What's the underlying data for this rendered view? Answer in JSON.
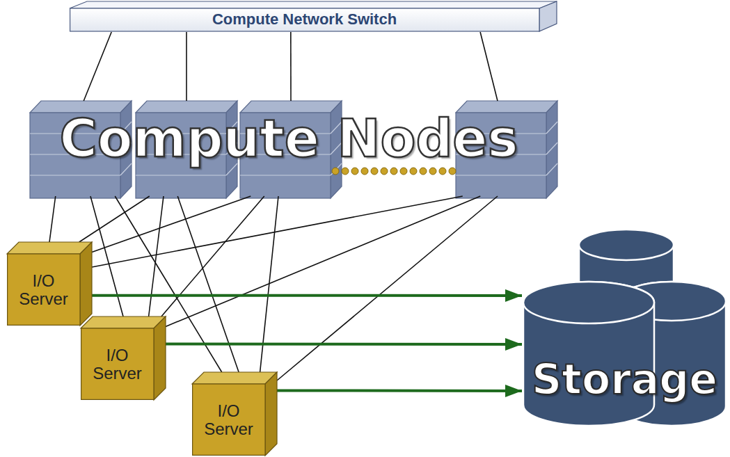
{
  "diagram": {
    "nodes": [
      {
        "text": [
          "Compute Network Switch"
        ]
      },
      {
        "text": [
          "Compute Nodes"
        ]
      },
      {
        "text": [
          "I/O Server"
        ]
      },
      {
        "text": [
          "I/O Server"
        ]
      },
      {
        "text": [
          "I/O Server"
        ]
      },
      {
        "text": [
          "Storage"
        ]
      }
    ],
    "edges": [
      {
        "from": 0,
        "to": 1,
        "arrow": "none"
      },
      {
        "from": 0,
        "to": 1,
        "arrow": "none"
      },
      {
        "from": 0,
        "to": 1,
        "arrow": "none"
      },
      {
        "from": 0,
        "to": 1,
        "arrow": "none"
      },
      {
        "from": 1,
        "to": 2,
        "arrow": "none"
      },
      {
        "from": 1,
        "to": 3,
        "arrow": "none"
      },
      {
        "from": 1,
        "to": 4,
        "arrow": "none"
      },
      {
        "from": 1,
        "to": 2,
        "arrow": "none"
      },
      {
        "from": 1,
        "to": 3,
        "arrow": "none"
      },
      {
        "from": 1,
        "to": 4,
        "arrow": "none"
      },
      {
        "from": 1,
        "to": 2,
        "arrow": "none"
      },
      {
        "from": 1,
        "to": 3,
        "arrow": "none"
      },
      {
        "from": 1,
        "to": 4,
        "arrow": "none"
      },
      {
        "from": 1,
        "to": 2,
        "arrow": "none"
      },
      {
        "from": 1,
        "to": 3,
        "arrow": "none"
      },
      {
        "from": 1,
        "to": 4,
        "arrow": "none"
      },
      {
        "from": 2,
        "to": 5,
        "arrow": "to"
      },
      {
        "from": 3,
        "to": 5,
        "arrow": "to"
      },
      {
        "from": 4,
        "to": 5,
        "arrow": "to"
      }
    ]
  }
}
